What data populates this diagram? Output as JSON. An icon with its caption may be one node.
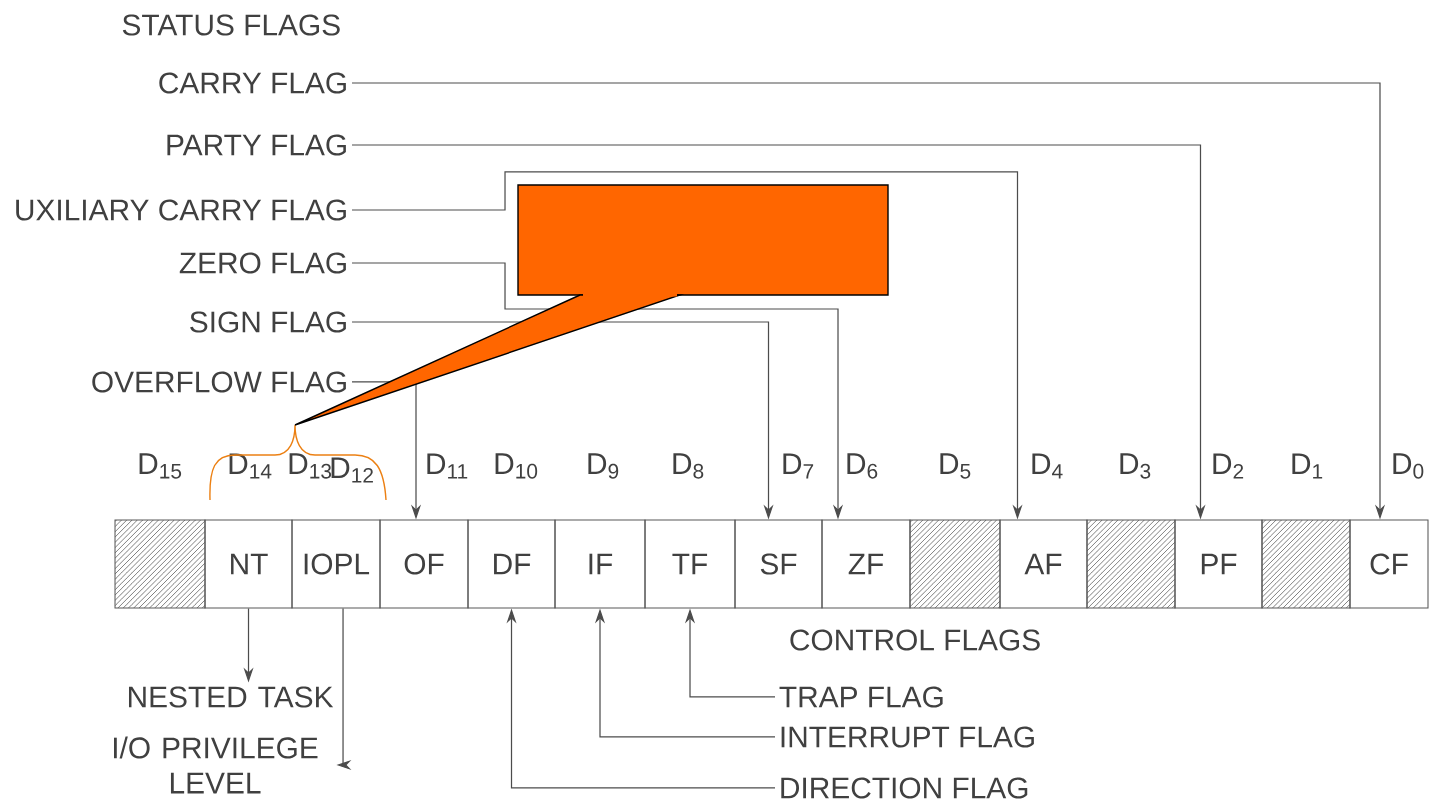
{
  "diagram": {
    "nodes": [
      {
        "text": [
          "CARRY FLAG"
        ]
      },
      {
        "text": [
          "PARTY FLAG"
        ]
      },
      {
        "text": [
          "UXILIARY CARRY FLAG"
        ]
      },
      {
        "text": [
          "ZERO FLAG"
        ]
      },
      {
        "text": [
          "SIGN FLAG"
        ]
      },
      {
        "text": [
          "OVERFLOW FLAG"
        ]
      },
      {
        "text": [],
        "shape": "box",
        "beside": [
          "D$_{15}$"
        ]
      },
      {
        "text": [
          "NT"
        ],
        "beside": [
          "D$_{14}$"
        ]
      },
      {
        "text": [
          "IOPL"
        ],
        "beside": [
          "D$_{13}$",
          "D$_{12}$"
        ]
      },
      {
        "text": [
          "OF"
        ],
        "beside": [
          "D$_{11}$"
        ]
      },
      {
        "text": [
          "DF"
        ],
        "beside": [
          "D$_{10}$"
        ]
      },
      {
        "text": [
          "IF"
        ],
        "beside": [
          "D$_{9}$"
        ]
      },
      {
        "text": [
          "TF"
        ],
        "beside": [
          "D$_{8}$"
        ]
      },
      {
        "text": [
          "SF"
        ],
        "beside": [
          "D$_{7}$"
        ]
      },
      {
        "text": [
          "ZF"
        ],
        "beside": [
          "D$_{6}$"
        ]
      },
      {
        "text": [],
        "shape": "box",
        "beside": [
          "D$_{5}$"
        ]
      },
      {
        "text": [
          "AF"
        ],
        "beside": [
          "D$_{4}$"
        ]
      },
      {
        "text": [],
        "shape": "box",
        "beside": [
          "D$_{3}$"
        ]
      },
      {
        "text": [
          "PF"
        ],
        "beside": [
          "D$_{2}$"
        ]
      },
      {
        "text": [],
        "shape": "box",
        "beside": [
          "D$_{1}$"
        ]
      },
      {
        "text": [
          "CF"
        ],
        "beside": [
          "D$_{0}$"
        ]
      },
      {
        "text": [],
        "shape": "box"
      },
      {
        "text": [
          "NESTED TASK"
        ]
      },
      {
        "text": [
          "I/O PRIVILEGE LEVEL"
        ]
      },
      {
        "text": [
          "TRAP FLAG"
        ]
      },
      {
        "text": [
          "INTERRUPT FLAG"
        ]
      },
      {
        "text": [
          "DIRECTION FLAG"
        ]
      }
    ],
    "edges": [
      {
        "from": 0,
        "to": 20,
        "arrow": "to"
      },
      {
        "from": 1,
        "to": 18,
        "arrow": "to"
      },
      {
        "from": 2,
        "to": 16,
        "arrow": "to"
      },
      {
        "from": 3,
        "to": 14,
        "arrow": "to"
      },
      {
        "from": 4,
        "to": 13,
        "arrow": "to"
      },
      {
        "from": 5,
        "to": 9,
        "arrow": "to"
      },
      {
        "from": 7,
        "to": 22,
        "arrow": "to"
      },
      {
        "from": 8,
        "to": 23,
        "arrow": "to"
      },
      {
        "from": 24,
        "to": 12,
        "arrow": "to"
      },
      {
        "from": 25,
        "to": 11,
        "arrow": "to"
      },
      {
        "from": 26,
        "to": 10,
        "arrow": "to"
      }
    ],
    "labels": [
      "STATUS FLAGS",
      "CONTROL FLAGS"
    ]
  }
}
